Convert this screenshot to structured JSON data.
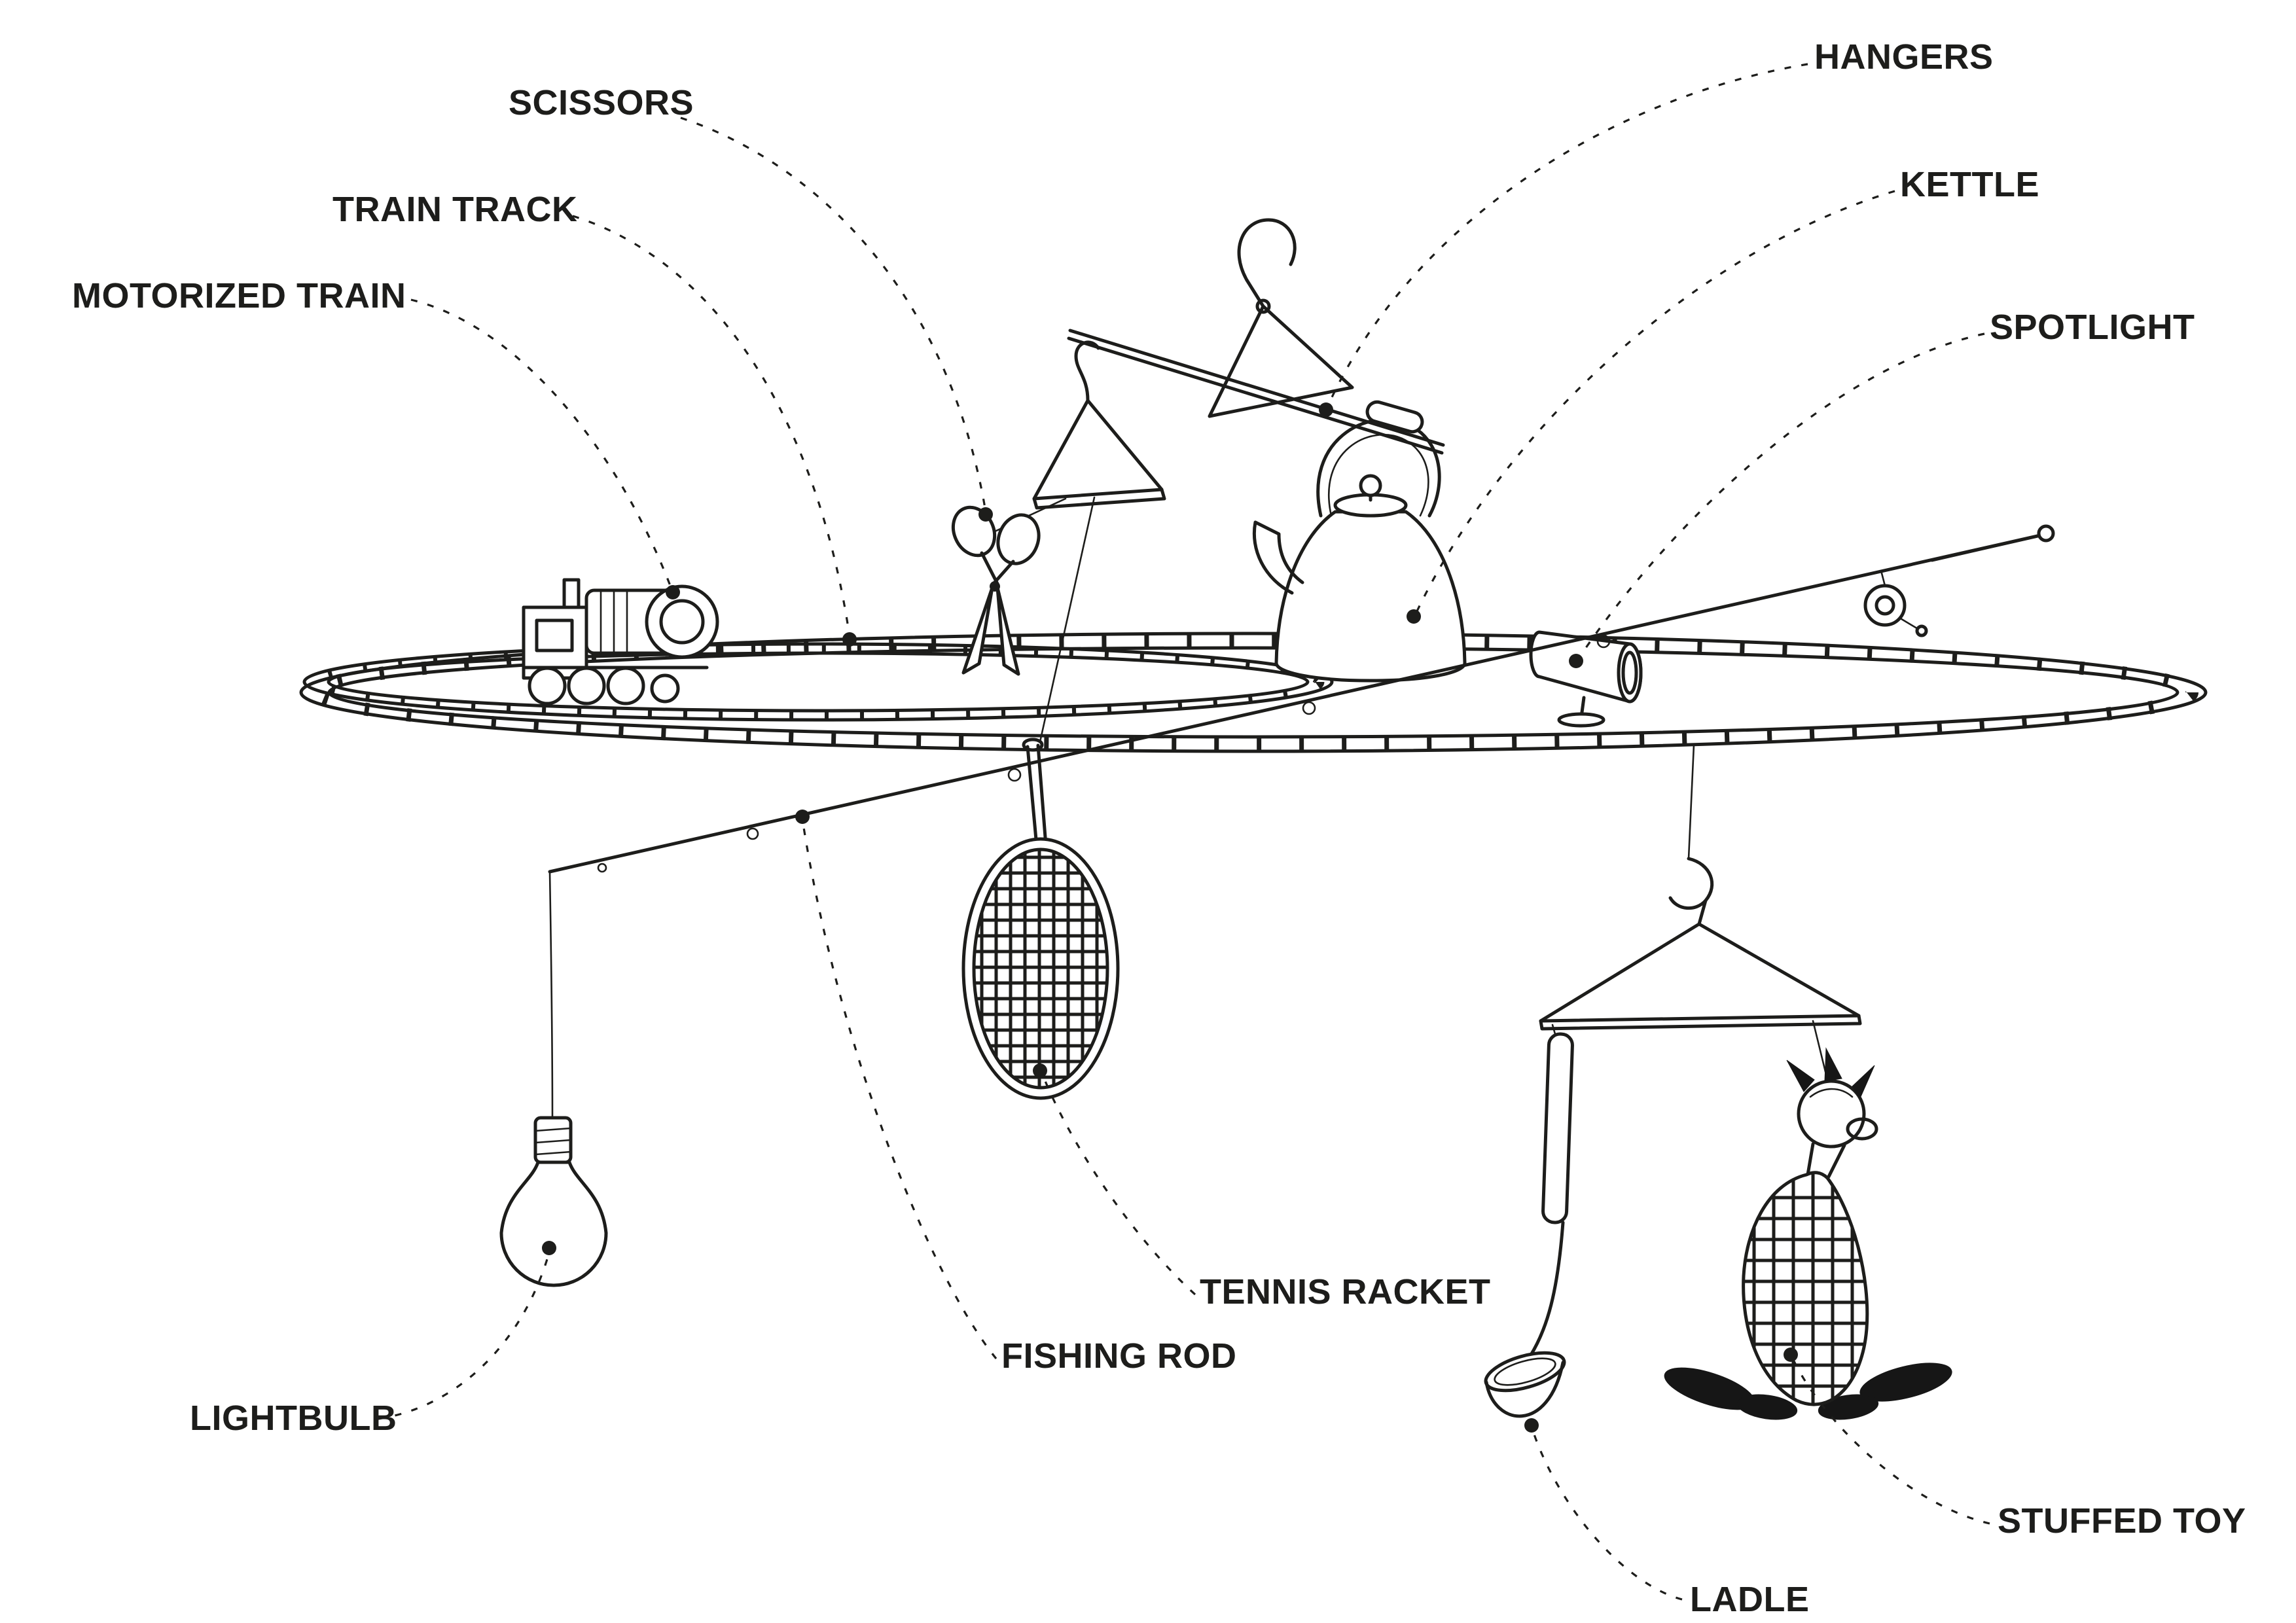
{
  "colors": {
    "ink": "#1d1d1b",
    "background": "#ffffff"
  },
  "diagram": {
    "type": "labelled-parts-line-illustration",
    "items": [
      "motorized-train",
      "train-track",
      "scissors",
      "hangers",
      "kettle",
      "spotlight",
      "lightbulb",
      "fishing-rod",
      "tennis-racket",
      "ladle",
      "stuffed-toy"
    ],
    "labels": [
      {
        "id": "motorized-train",
        "text": "MOTORIZED TRAIN"
      },
      {
        "id": "train-track",
        "text": "TRAIN TRACK"
      },
      {
        "id": "scissors",
        "text": "SCISSORS"
      },
      {
        "id": "hangers",
        "text": "HANGERS"
      },
      {
        "id": "kettle",
        "text": "KETTLE"
      },
      {
        "id": "spotlight",
        "text": "SPOTLIGHT"
      },
      {
        "id": "lightbulb",
        "text": "LIGHTBULB"
      },
      {
        "id": "fishing-rod",
        "text": "FISHING ROD"
      },
      {
        "id": "tennis-racket",
        "text": "TENNIS RACKET"
      },
      {
        "id": "ladle",
        "text": "LADLE"
      },
      {
        "id": "stuffed-toy",
        "text": "STUFFED TOY"
      }
    ]
  }
}
